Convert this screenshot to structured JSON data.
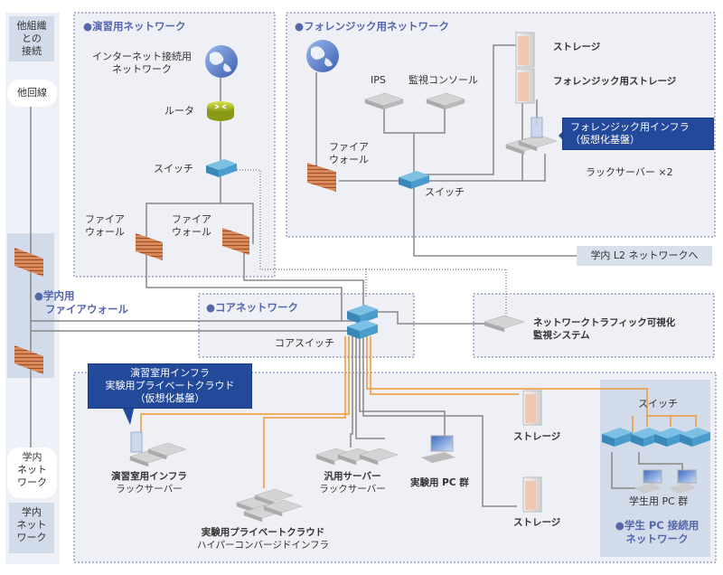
{
  "sidebar": {
    "top_box": [
      "他組織",
      "との",
      "接続"
    ],
    "other_line": "他回線",
    "firewall_label": [
      "●学内用",
      "ファイアウォール"
    ],
    "campus_pill": [
      "学内",
      "ネット",
      "ワーク"
    ],
    "bottom_box": [
      "学内",
      "ネット",
      "ワーク"
    ]
  },
  "practice_network": {
    "title": "●演習用ネットワーク",
    "internet_label": [
      "インターネット接続用",
      "ネットワーク"
    ],
    "router_label": "ルータ",
    "switch_label": "スイッチ",
    "firewall1_label": [
      "ファイア",
      "ウォール"
    ],
    "firewall2_label": [
      "ファイア",
      "ウォール"
    ]
  },
  "forensic_network": {
    "title": "●フォレンジック用ネットワーク",
    "ips_label": "IPS",
    "console_label": "監視コンソール",
    "storage_label": "ストレージ",
    "forensic_storage_label": "フォレンジック用ストレージ",
    "callout": [
      "フォレンジック用インフラ",
      "（仮想化基盤）"
    ],
    "rack_label": "ラックサーバー ×2",
    "firewall_label": [
      "ファイア",
      "ウォール"
    ],
    "switch_label": "スイッチ",
    "l2_link": "学内 L2 ネットワークへ"
  },
  "core_network": {
    "title": "●コアネットワーク",
    "switch_label": "コアスイッチ"
  },
  "traffic_monitor": {
    "label": [
      "ネットワークトラフィック可視化",
      "監視システム"
    ]
  },
  "lab_network": {
    "callout": [
      "演習室用インフラ",
      "実験用プライベートクラウド",
      "（仮想化基盤）"
    ],
    "practice_rack_label": [
      "演習室用インフラ",
      "ラックサーバー"
    ],
    "general_rack_label": [
      "汎用サーバー",
      "ラックサーバー"
    ],
    "lab_pc_label": "実験用 PC 群",
    "storage1_label": "ストレージ",
    "storage2_label": "ストレージ",
    "hci_label": [
      "実験用プライベートクラウド",
      "ハイパーコンバージドインフラ"
    ]
  },
  "student_network": {
    "switch_label": "スイッチ",
    "pc_label": "学生用 PC 群",
    "title": [
      "●学生 PC 接続用",
      "ネットワーク"
    ]
  },
  "colors": {
    "zone_fill": "#eff0f6",
    "zone_border": "#6677aa",
    "callout": "#23499a",
    "sidebar": "#d1dbe9",
    "link_gray": "#888888",
    "link_orange": "#ee9933",
    "switch_blue": "#4a9ccc",
    "firewall": "#c9714a"
  }
}
